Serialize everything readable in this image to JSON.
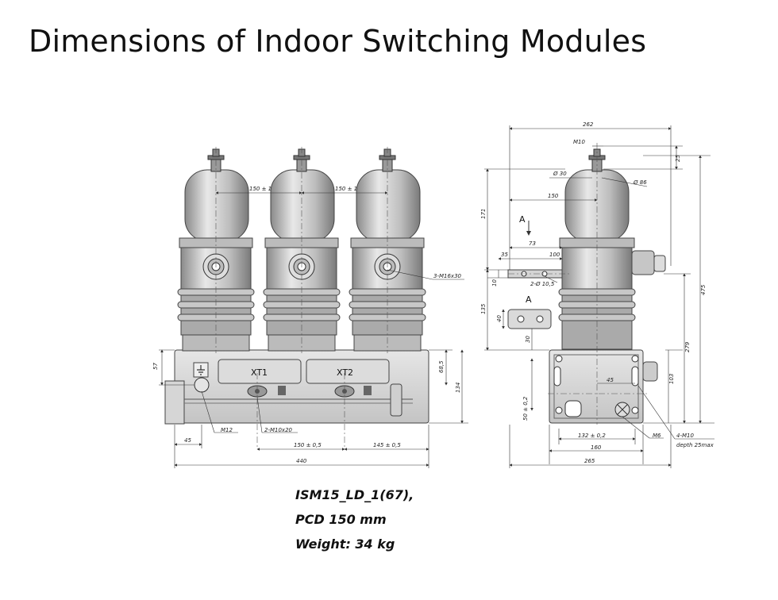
{
  "title": "Dimensions of Indoor Switching Modules",
  "caption": {
    "line1": "ISM15_LD_1(67),",
    "line2": "PCD 150 mm",
    "line3": "Weight: 34 kg"
  },
  "front_view": {
    "pitch_1": "150 ± 1",
    "pitch_2": "150 ± 1",
    "thread_note": "3-M16x30",
    "terminal_1": "XT1",
    "terminal_2": "XT2",
    "dim_57": "57",
    "dim_68_5": "68,5",
    "dim_134": "134",
    "bolt_m12": "M12",
    "bolt_m10": "2-M10x20",
    "dim_45": "45",
    "dim_150_05": "150 ± 0,5",
    "dim_145_05": "145 ± 0,5",
    "dim_440": "440"
  },
  "side_view": {
    "dim_262": "262",
    "m10": "M10",
    "dim_25": "25",
    "dia_30": "Ø 30",
    "dia_86": "Ø 86",
    "dim_150": "150",
    "dim_171": "171",
    "view_a": "A",
    "dim_73": "73",
    "dim_35": "35",
    "dim_100": "100",
    "dim_10": "10",
    "holes": "2-Ø 10,5",
    "detail_a": "A",
    "dim_135": "135",
    "dim_40": "40",
    "dim_30": "30",
    "dim_475": "475",
    "dim_279": "279",
    "dim_45": "45",
    "dim_103": "103",
    "dim_50": "50 ± 0,2",
    "dim_132": "132 ± 0,2",
    "m6": "M6",
    "m10_depth_1": "4-M10",
    "m10_depth_2": "depth 25max",
    "dim_160": "160",
    "dim_265": "265"
  }
}
